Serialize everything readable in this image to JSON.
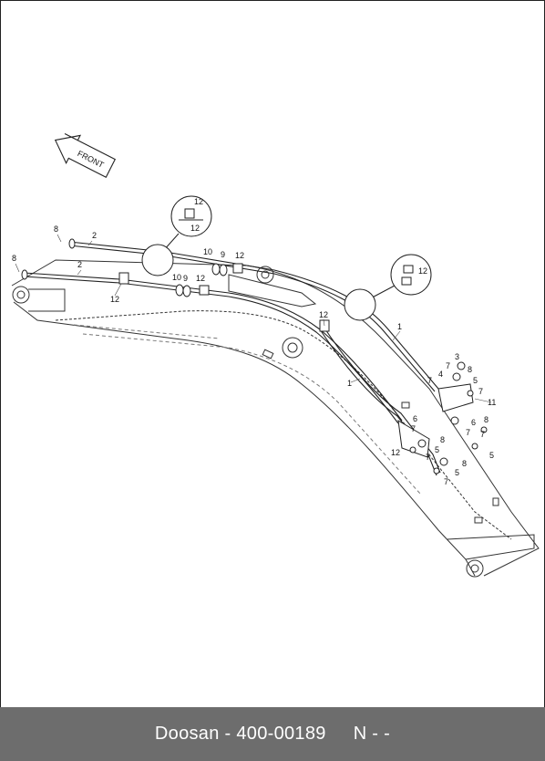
{
  "footer": {
    "brand": "Doosan",
    "separator": " - ",
    "part_number": "400-00189",
    "version": "N - -"
  },
  "diagram": {
    "front_label": "FRONT",
    "callouts": [
      {
        "id": "c1",
        "text": "8"
      },
      {
        "id": "c2",
        "text": "2"
      },
      {
        "id": "c3",
        "text": "8"
      },
      {
        "id": "c4",
        "text": "2"
      },
      {
        "id": "c5",
        "text": "12"
      },
      {
        "id": "c6",
        "text": "10"
      },
      {
        "id": "c7",
        "text": "9"
      },
      {
        "id": "c8",
        "text": "12"
      },
      {
        "id": "c9",
        "text": "10"
      },
      {
        "id": "c10",
        "text": "9"
      },
      {
        "id": "c11",
        "text": "12"
      },
      {
        "id": "c12",
        "text": "12"
      },
      {
        "id": "c13",
        "text": "12"
      },
      {
        "id": "c14",
        "text": "12"
      },
      {
        "id": "c15",
        "text": "12"
      },
      {
        "id": "c16",
        "text": "1"
      },
      {
        "id": "c17",
        "text": "1"
      },
      {
        "id": "c18",
        "text": "3"
      },
      {
        "id": "c19",
        "text": "4"
      },
      {
        "id": "c20",
        "text": "7"
      },
      {
        "id": "c21",
        "text": "8"
      },
      {
        "id": "c22",
        "text": "5"
      },
      {
        "id": "c23",
        "text": "7"
      },
      {
        "id": "c24",
        "text": "7"
      },
      {
        "id": "c25",
        "text": "11"
      },
      {
        "id": "c26",
        "text": "6"
      },
      {
        "id": "c27",
        "text": "6"
      },
      {
        "id": "c28",
        "text": "7"
      },
      {
        "id": "c29",
        "text": "7"
      },
      {
        "id": "c30",
        "text": "8"
      },
      {
        "id": "c31",
        "text": "8"
      },
      {
        "id": "c32",
        "text": "12"
      },
      {
        "id": "c33",
        "text": "5"
      },
      {
        "id": "c34",
        "text": "7"
      },
      {
        "id": "c35",
        "text": "7"
      },
      {
        "id": "c36",
        "text": "5"
      },
      {
        "id": "c37",
        "text": "8"
      },
      {
        "id": "c38",
        "text": "5"
      },
      {
        "id": "c39",
        "text": "7"
      }
    ]
  }
}
